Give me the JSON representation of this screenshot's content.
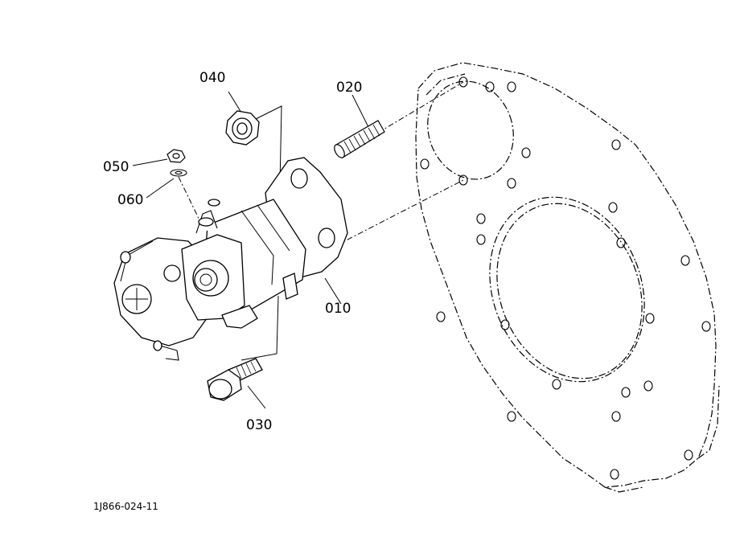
{
  "diagram": {
    "labels": {
      "p010": "010",
      "p020": "020",
      "p030": "030",
      "p040": "040",
      "p050": "050",
      "p060": "060"
    },
    "reference_code": "1J866-024-11",
    "colors": {
      "line": "#000000",
      "background": "#ffffff"
    }
  }
}
